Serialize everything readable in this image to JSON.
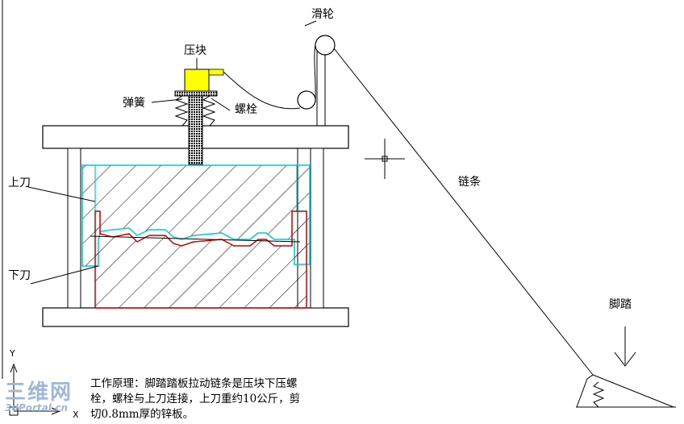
{
  "labels": {
    "pulley": "滑轮",
    "press_block": "压块",
    "spring": "弹簧",
    "bolt": "螺栓",
    "upper_blade": "上刀",
    "lower_blade": "下刀",
    "chain": "链条",
    "pedal": "脚踏"
  },
  "description": {
    "line1": "工作原理：脚踏踏板拉动链条是压块下压螺",
    "line2": "栓，螺栓与上刀连接，上刀重约10公斤，剪",
    "line3": "切0.8mm厚的锌板。"
  },
  "axis": {
    "y": "Y",
    "x": "X"
  },
  "watermark": {
    "big": "三维网",
    "small": "3dPortal.cn"
  },
  "colors": {
    "press_block": "#ffff00",
    "upper_blade_outline": "#00cccc",
    "lower_blade_outline": "#cc0000",
    "line": "#000000"
  }
}
